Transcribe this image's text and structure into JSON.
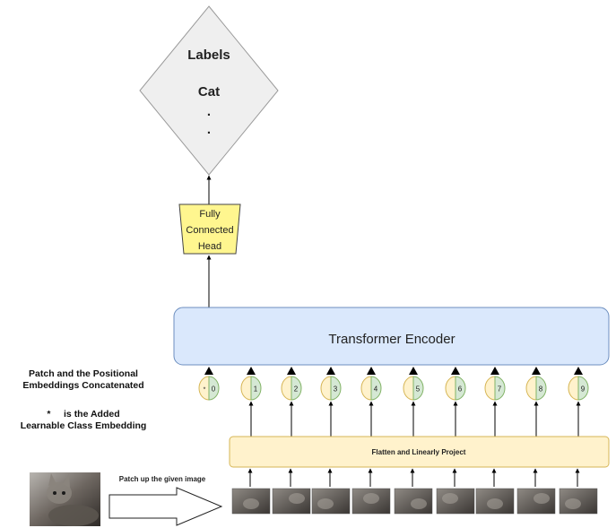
{
  "labels_node": {
    "title": "Labels",
    "class_value": "Cat",
    "dot1": ".",
    "dot2": "."
  },
  "head_node": {
    "line1": "Fully",
    "line2": "Connected",
    "line3": "Head"
  },
  "encoder": {
    "label": "Transformer Encoder"
  },
  "projection": {
    "label": "Flatten and Linearly Project"
  },
  "embeddings": {
    "class_marker": "*",
    "tokens": [
      "0",
      "1",
      "2",
      "3",
      "4",
      "5",
      "6",
      "7",
      "8",
      "9"
    ]
  },
  "notes": {
    "concat_line1": "Patch and the Positional",
    "concat_line2": "Embeddings Concatenated",
    "class_line1": "*     is the Added",
    "class_line2": "Learnable Class Embedding"
  },
  "patch_step": {
    "label": "Patch up the given image"
  },
  "colors": {
    "diamond_fill": "#efefef",
    "head_fill": "#fff68f",
    "encoder_fill": "#dae8fc",
    "encoder_stroke": "#6c8ebf",
    "projection_fill": "#fff2cc",
    "projection_stroke": "#d6b656",
    "token_left": "#fff2cc",
    "token_right": "#d5e8d4",
    "token_right_stroke": "#82b366"
  },
  "icons": {
    "input_image": "cat-photo-icon",
    "patch": "cat-patch-icon",
    "arrow": "block-arrow-icon"
  }
}
